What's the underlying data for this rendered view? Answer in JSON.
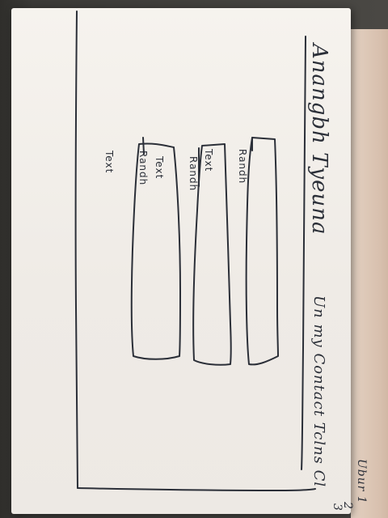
{
  "header": {
    "title": "Anangbh Tyeuna"
  },
  "cards": [
    {
      "label_line1": "Randh",
      "label_line2": "Text"
    },
    {
      "label_line1": "Randh",
      "label_line2": "Text"
    },
    {
      "label_line1": "Randh",
      "label_line2": "Text"
    }
  ],
  "footer": {
    "right_text": "Un my Contact Tclns Cl",
    "list": [
      "Ubur 1",
      "2",
      "3"
    ]
  },
  "colors": {
    "ink": "#2b2f38",
    "paper": "#f3f0eb",
    "background": "#3a3936"
  }
}
